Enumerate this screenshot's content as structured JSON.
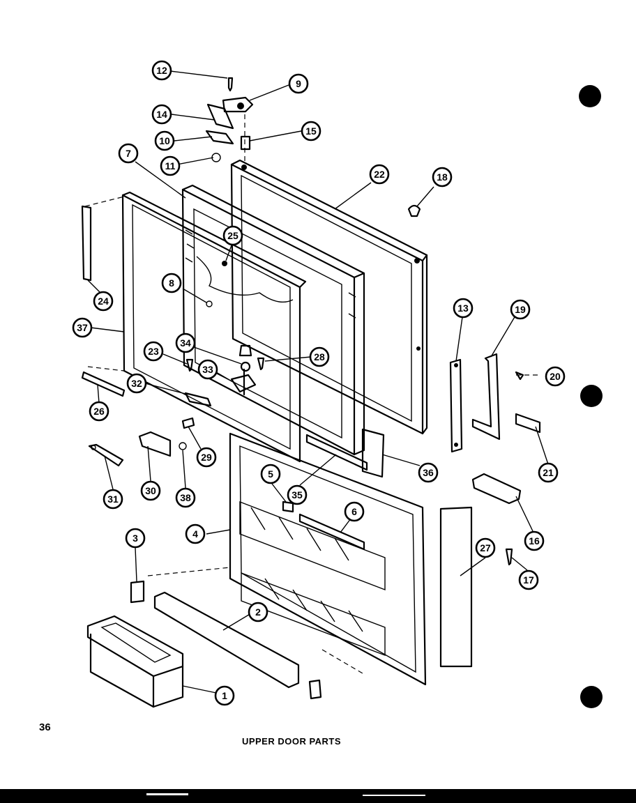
{
  "page_number": "36",
  "caption": "UPPER DOOR PARTS",
  "callouts": [
    {
      "label": "12"
    },
    {
      "label": "9"
    },
    {
      "label": "14"
    },
    {
      "label": "15"
    },
    {
      "label": "10"
    },
    {
      "label": "11"
    },
    {
      "label": "7"
    },
    {
      "label": "22"
    },
    {
      "label": "18"
    },
    {
      "label": "25"
    },
    {
      "label": "24"
    },
    {
      "label": "8"
    },
    {
      "label": "37"
    },
    {
      "label": "34"
    },
    {
      "label": "23"
    },
    {
      "label": "28"
    },
    {
      "label": "33"
    },
    {
      "label": "13"
    },
    {
      "label": "19"
    },
    {
      "label": "20"
    },
    {
      "label": "32"
    },
    {
      "label": "26"
    },
    {
      "label": "29"
    },
    {
      "label": "21"
    },
    {
      "label": "36"
    },
    {
      "label": "31"
    },
    {
      "label": "30"
    },
    {
      "label": "38"
    },
    {
      "label": "5"
    },
    {
      "label": "35"
    },
    {
      "label": "6"
    },
    {
      "label": "16"
    },
    {
      "label": "4"
    },
    {
      "label": "3"
    },
    {
      "label": "17"
    },
    {
      "label": "27"
    },
    {
      "label": "2"
    },
    {
      "label": "1"
    }
  ]
}
